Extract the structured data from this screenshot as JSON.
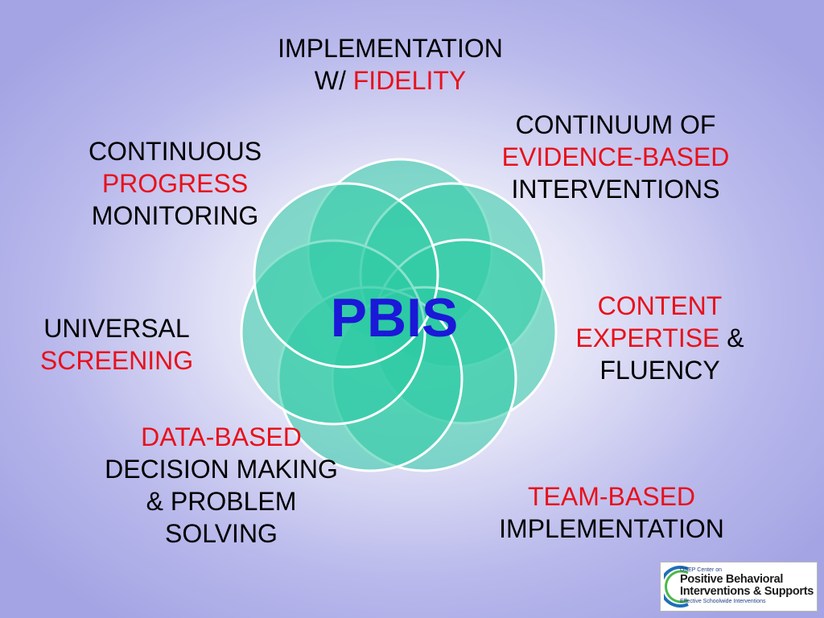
{
  "center": {
    "label": "PBIS"
  },
  "labels": {
    "implementation": {
      "line1": "IMPLEMENTATION",
      "line2_prefix": "W/ ",
      "line2_highlight": "FIDELITY"
    },
    "continuum": {
      "line1": "CONTINUUM OF",
      "line2_highlight": "EVIDENCE-BASED",
      "line3": "INTERVENTIONS"
    },
    "content": {
      "line1_highlight": "CONTENT",
      "line2_highlight": "EXPERTISE",
      "line2_suffix": " &",
      "line3": "FLUENCY"
    },
    "team": {
      "line1_highlight": "TEAM-BASED",
      "line2": "IMPLEMENTATION"
    },
    "data_based": {
      "line1_highlight": "DATA-BASED",
      "line2": "DECISION MAKING",
      "line3": "& PROBLEM",
      "line4": "SOLVING"
    },
    "universal": {
      "line1": "UNIVERSAL",
      "line2_highlight": "SCREENING"
    },
    "progress": {
      "line1": "CONTINUOUS",
      "line2_highlight": "PROGRESS",
      "line3": "MONITORING"
    }
  },
  "logo": {
    "small": "OSEP Center on",
    "line1": "Positive Behavioral",
    "line2": "Interventions & Supports",
    "tagline": "Effective Schoolwide Interventions"
  },
  "colors": {
    "highlight": "#e8111b",
    "center_text": "#1b18d8",
    "petal_fill": "#2ccaa4",
    "petal_stroke": "#ffffff"
  }
}
